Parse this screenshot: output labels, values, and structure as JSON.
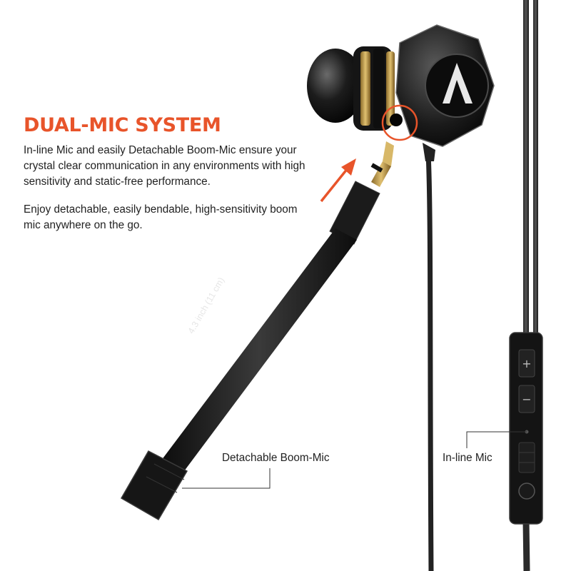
{
  "headline": "DUAL-MIC SYSTEM",
  "paragraph1": "In-line Mic and easily Detachable Boom-Mic ensure your crystal clear communication in any environments with high sensitivity and static-free performance.",
  "paragraph2": "Enjoy detachable, easily bendable, high-sensitivity boom mic anywhere on the go.",
  "labels": {
    "boom_mic": "Detachable Boom-Mic",
    "inline_mic": "In-line Mic",
    "boom_length": "4.3 inch (11 cm)"
  },
  "remote": {
    "plus": "+",
    "minus": "−"
  },
  "colors": {
    "accent": "#e8542a",
    "text": "#222222",
    "product": "#1a1a1a",
    "gold": "#c9a24a"
  },
  "icons": [
    "brand-logo-icon",
    "arrow-up-right-icon"
  ]
}
